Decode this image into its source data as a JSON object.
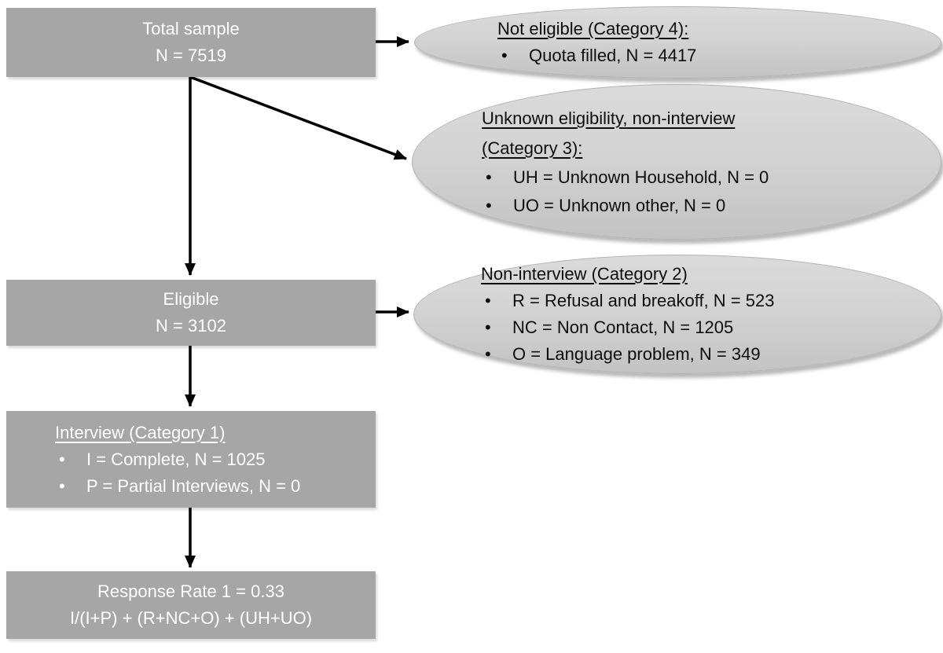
{
  "bullet_char": "•",
  "colors": {
    "box_fill": "#a6a6a6",
    "box_text": "#ffffff",
    "ellipse_fill": "#d2d2d2",
    "ellipse_text": "#0d0d0d",
    "arrow": "#000000"
  },
  "boxes": {
    "total_sample": {
      "line1": "Total sample",
      "line2": "N = 7519"
    },
    "eligible": {
      "line1": "Eligible",
      "line2": "N = 3102"
    },
    "interview": {
      "title": "Interview (Category 1)",
      "bullets": [
        "I = Complete, N = 1025",
        "P = Partial Interviews, N = 0"
      ]
    },
    "response_rate": {
      "line1": "Response Rate 1 = 0.33",
      "line2": "I/(I+P) + (R+NC+O) + (UH+UO)"
    }
  },
  "ellipses": {
    "not_eligible": {
      "title": "Not eligible (Category 4):",
      "bullets": [
        "Quota filled, N = 4417"
      ]
    },
    "unknown_eligibility": {
      "title": "Unknown eligibility, non-interview (Category 3):",
      "bullets": [
        "UH = Unknown Household, N = 0",
        "UO = Unknown other, N = 0"
      ]
    },
    "non_interview": {
      "title": "Non-interview (Category 2)",
      "bullets": [
        "R = Refusal and breakoff, N = 523",
        "NC = Non Contact, N = 1205",
        "O = Language problem, N = 349"
      ]
    }
  }
}
